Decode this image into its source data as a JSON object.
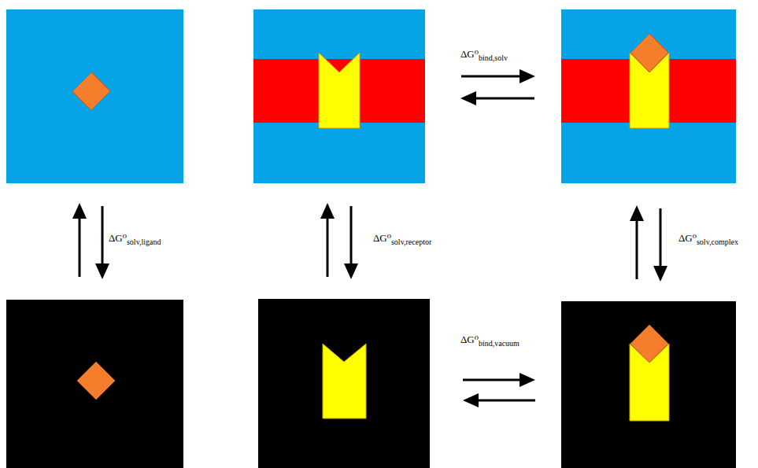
{
  "diagram": {
    "labels": [
      "ΔG⁰bind,solv",
      "ΔG⁰solv,ligand",
      "ΔG⁰solv,receptor",
      "ΔG⁰solv,complex",
      "ΔG⁰bind,vacuum"
    ]
  }
}
